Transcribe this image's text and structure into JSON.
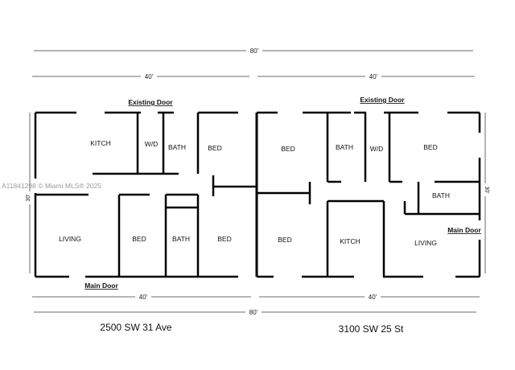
{
  "dimensions": {
    "total_width": "80'",
    "left_unit_width": "40'",
    "right_unit_width": "40'",
    "depth_left": "30'",
    "depth_right": "30'"
  },
  "rooms": {
    "left_kitch": "KITCH",
    "left_wd": "W/D",
    "left_bath_top": "BATH",
    "left_bed_top": "BED",
    "left_living": "LIVING",
    "left_bed_bottom": "BED",
    "left_bath_bottom": "BATH",
    "left_bed_bottom_right": "BED",
    "right_bed_top_left": "BED",
    "right_bath_top": "BATH",
    "right_wd": "W/D",
    "right_bed_top_right": "BED",
    "right_bath_mid": "BATH",
    "right_bed_bottom_left": "BED",
    "right_kitch": "KITCH",
    "right_living": "LIVING"
  },
  "doors": {
    "left_existing": "Existing Door",
    "right_existing": "Existing Door",
    "left_main": "Main Door",
    "right_main": "Main Door"
  },
  "addresses": {
    "left": "2500 SW 31 Ave",
    "right": "3100 SW 25 St"
  },
  "watermark": "A11841298 © Miami MLS® 2025"
}
